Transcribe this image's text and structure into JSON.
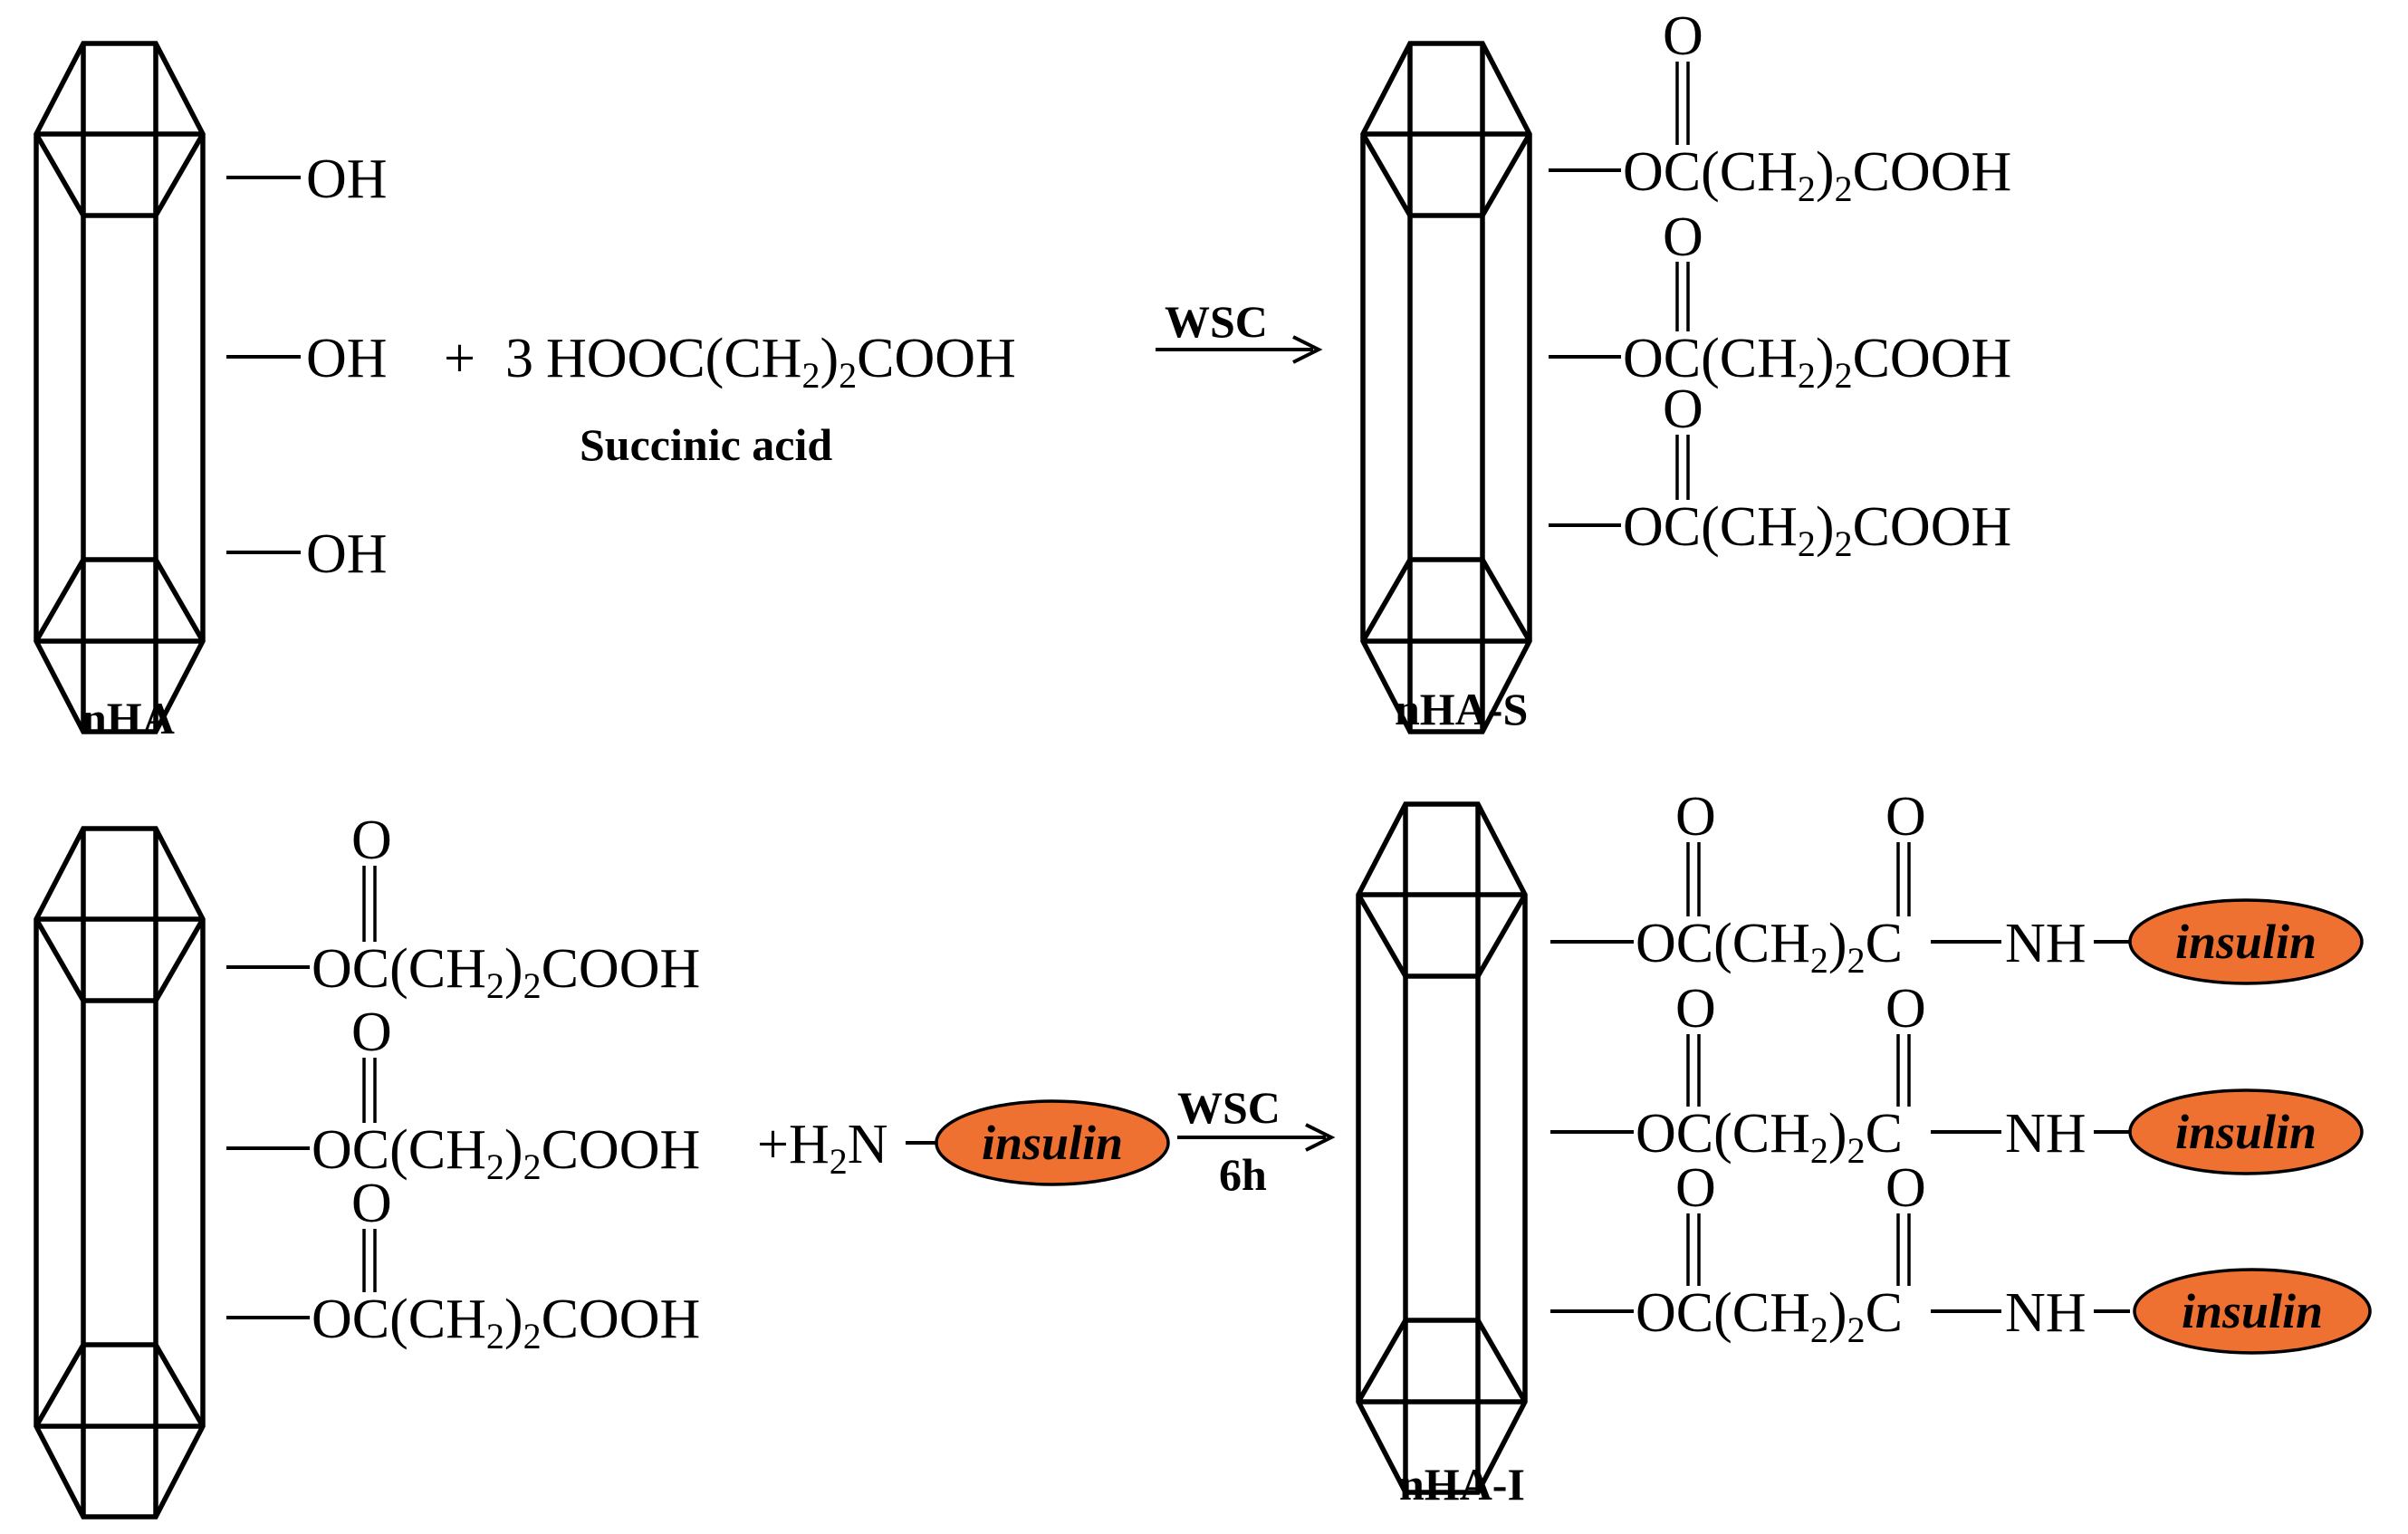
{
  "colors": {
    "insulin_fill": "#ef7132",
    "line": "#000000"
  },
  "step1": {
    "reactant_label": "nHA",
    "hydroxyl": "OH",
    "plus": "+",
    "reagent_coef": "3",
    "reagent_part1": "HOOC(CH",
    "reagent_sub": "2",
    "reagent_part2": ")",
    "reagent_sub2": "2",
    "reagent_part3": "COOH",
    "reagent_name": "Succinic acid",
    "arrow_label": "WSC",
    "product_label": "nHA-S"
  },
  "ester": {
    "carbonyl_o": "O",
    "part1": "OC(CH",
    "sub1": "2",
    "part2": ")",
    "sub2": "2",
    "part3": "COOH"
  },
  "step2": {
    "reactant_label": "",
    "plus": "+",
    "amine_h": "H",
    "amine_sub": "2",
    "amine_n": "N",
    "insulin": "insulin",
    "arrow_label": "WSC",
    "arrow_time": "6h",
    "product_label": "nHA-I"
  },
  "amide": {
    "carbonyl_o": "O",
    "part1": "OC(CH",
    "sub1": "2",
    "part2": ")",
    "sub2": "2",
    "part3": "C",
    "nh": "NH",
    "insulin": "insulin"
  }
}
